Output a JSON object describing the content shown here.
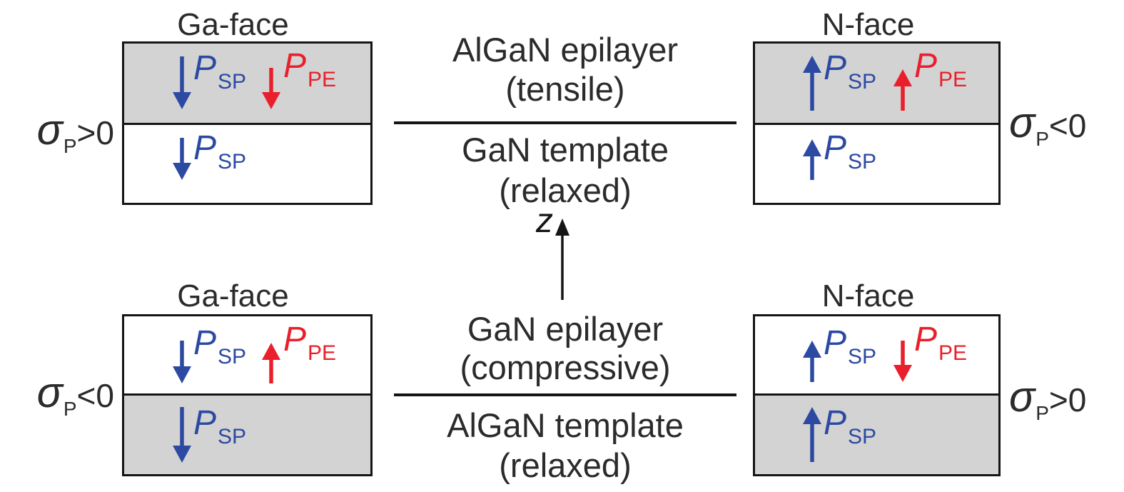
{
  "panels": [
    {
      "face": "Ga-face",
      "sigma": {
        "symbol": "σ",
        "sub": "P",
        "relation": ">0"
      },
      "layers": [
        {
          "shade": "gray",
          "arrows": [
            {
              "vector": "P",
              "sub": "SP",
              "color": "blue",
              "direction": "down"
            },
            {
              "vector": "P",
              "sub": "PE",
              "color": "red",
              "direction": "down"
            }
          ]
        },
        {
          "shade": "white",
          "arrows": [
            {
              "vector": "P",
              "sub": "SP",
              "color": "blue",
              "direction": "down"
            }
          ]
        }
      ]
    },
    {
      "face": "N-face",
      "sigma": {
        "symbol": "σ",
        "sub": "P",
        "relation": "<0"
      },
      "layers": [
        {
          "shade": "gray",
          "arrows": [
            {
              "vector": "P",
              "sub": "SP",
              "color": "blue",
              "direction": "up"
            },
            {
              "vector": "P",
              "sub": "PE",
              "color": "red",
              "direction": "up"
            }
          ]
        },
        {
          "shade": "white",
          "arrows": [
            {
              "vector": "P",
              "sub": "SP",
              "color": "blue",
              "direction": "up"
            }
          ]
        }
      ]
    },
    {
      "face": "Ga-face",
      "sigma": {
        "symbol": "σ",
        "sub": "P",
        "relation": "<0"
      },
      "layers": [
        {
          "shade": "white",
          "arrows": [
            {
              "vector": "P",
              "sub": "SP",
              "color": "blue",
              "direction": "down"
            },
            {
              "vector": "P",
              "sub": "PE",
              "color": "red",
              "direction": "up"
            }
          ]
        },
        {
          "shade": "gray",
          "arrows": [
            {
              "vector": "P",
              "sub": "SP",
              "color": "blue",
              "direction": "down"
            }
          ]
        }
      ]
    },
    {
      "face": "N-face",
      "sigma": {
        "symbol": "σ",
        "sub": "P",
        "relation": ">0"
      },
      "layers": [
        {
          "shade": "white",
          "arrows": [
            {
              "vector": "P",
              "sub": "SP",
              "color": "blue",
              "direction": "up"
            },
            {
              "vector": "P",
              "sub": "PE",
              "color": "red",
              "direction": "down"
            }
          ]
        },
        {
          "shade": "gray",
          "arrows": [
            {
              "vector": "P",
              "sub": "SP",
              "color": "blue",
              "direction": "up"
            }
          ]
        }
      ]
    }
  ],
  "centers": [
    {
      "epilayer": "AlGaN epilayer",
      "strain": "(tensile)",
      "template": "GaN template",
      "state": "(relaxed)"
    },
    {
      "epilayer": "GaN epilayer",
      "strain": "(compressive)",
      "template": "AlGaN template",
      "state": "(relaxed)"
    }
  ],
  "axis": {
    "label": "z"
  },
  "colors": {
    "spontaneous_polarization_blue": "#2c4aa2",
    "piezoelectric_polarization_red": "#e9202b",
    "epilayer_gray": "#d3d3d3",
    "line_black": "#151515"
  }
}
